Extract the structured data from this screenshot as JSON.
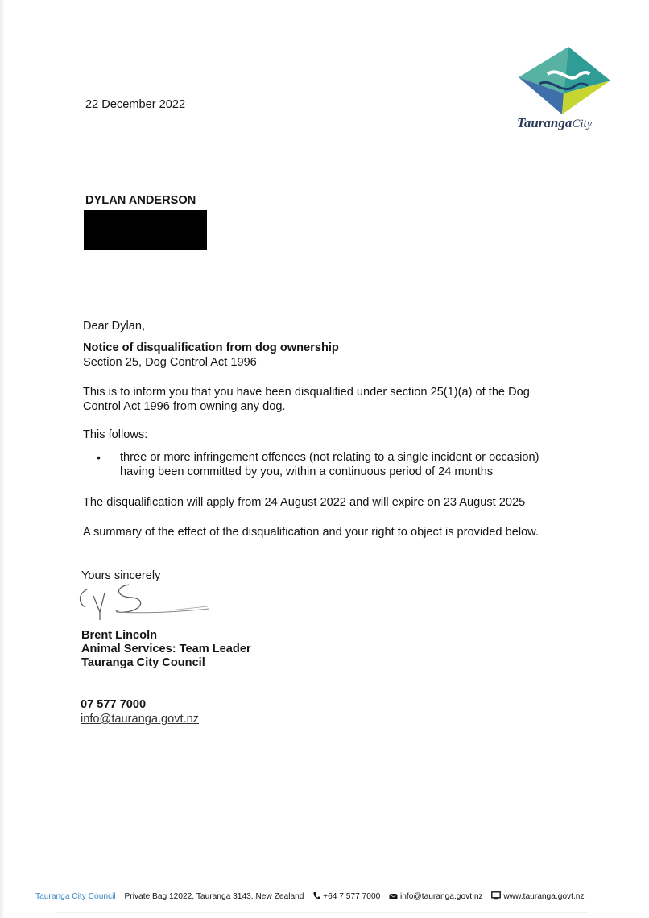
{
  "letter": {
    "date": "22 December 2022",
    "recipient_name": "DYLAN ANDERSON",
    "salutation": "Dear Dylan,",
    "subject": "Notice of disqualification from dog ownership",
    "section_ref": "Section 25, Dog Control Act 1996",
    "body_paragraph": "This is to inform you that you have been disqualified under section 25(1)(a) of the Dog Control Act 1996 from owning any dog.",
    "follows_label": "This follows:",
    "bullet_items": [
      "three or more infringement offences (not relating to a single incident or occasion) having been committed by you, within a continuous period of 24 months"
    ],
    "period_paragraph": "The disqualification will apply from 24 August 2022 and will expire on 23 August 2025",
    "summary_paragraph": "A summary of the effect of the disqualification and your right to object is provided below.",
    "closing": "Yours sincerely",
    "signer": {
      "name": "Brent Lincoln",
      "title": "Animal Services: Team Leader",
      "organization": "Tauranga City Council"
    },
    "contact": {
      "phone": "07 577 7000",
      "email": "info@tauranga.govt.nz"
    }
  },
  "logo": {
    "name": "Tauranga",
    "city": "City",
    "icon": "tauranga-city-logo",
    "colors": {
      "top": "#2f9c95",
      "middle": "#3f6fa8",
      "bottom": "#c7d530",
      "dark": "#1f3f6b"
    }
  },
  "footer": {
    "org": "Tauranga City Council",
    "address": "Private Bag 12022, Tauranga 3143, New Zealand",
    "phone": "+64 7 577 7000",
    "email": "info@tauranga.govt.nz",
    "website": "www.tauranga.govt.nz",
    "icons": [
      "phone-icon",
      "mail-icon",
      "monitor-icon"
    ],
    "org_color": "#3b88c4"
  }
}
